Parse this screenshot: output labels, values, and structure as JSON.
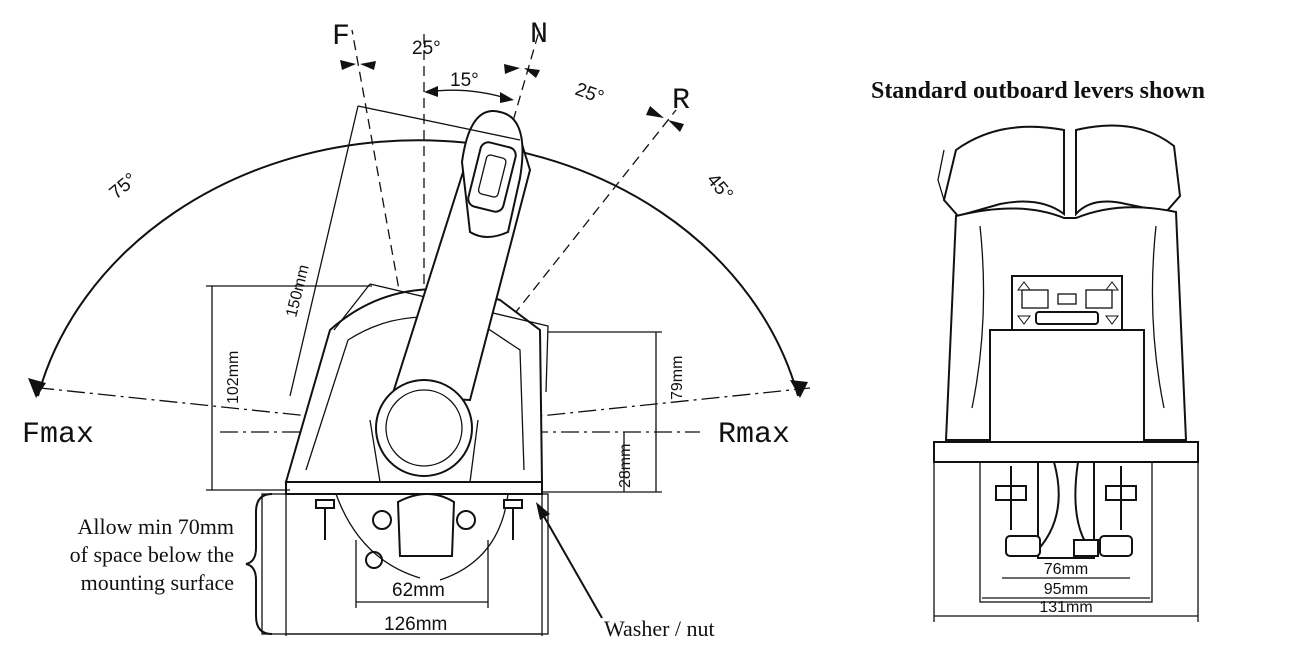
{
  "title": "Standard outboard levers shown",
  "positions": {
    "forward": "F",
    "neutral": "N",
    "reverse": "R",
    "forward_max": "Fmax",
    "reverse_max": "Rmax"
  },
  "angles": {
    "f_to_r": "25°",
    "n_inner": "15°",
    "n_to_r": "25°",
    "f_to_fmax": "75°",
    "r_to_rmax": "45°"
  },
  "side_dimensions": {
    "lever_length": "150mm",
    "height_total": "102mm",
    "height_pivot": "79mm",
    "height_base": "28mm",
    "base_width": "126mm",
    "hole_spacing": "62mm"
  },
  "front_dimensions": {
    "inner": "76mm",
    "middle": "95mm",
    "outer": "131mm"
  },
  "notes": {
    "clearance_line1": "Allow min 70mm",
    "clearance_line2": "of space below the",
    "clearance_line3": "mounting surface",
    "washer": "Washer / nut"
  }
}
